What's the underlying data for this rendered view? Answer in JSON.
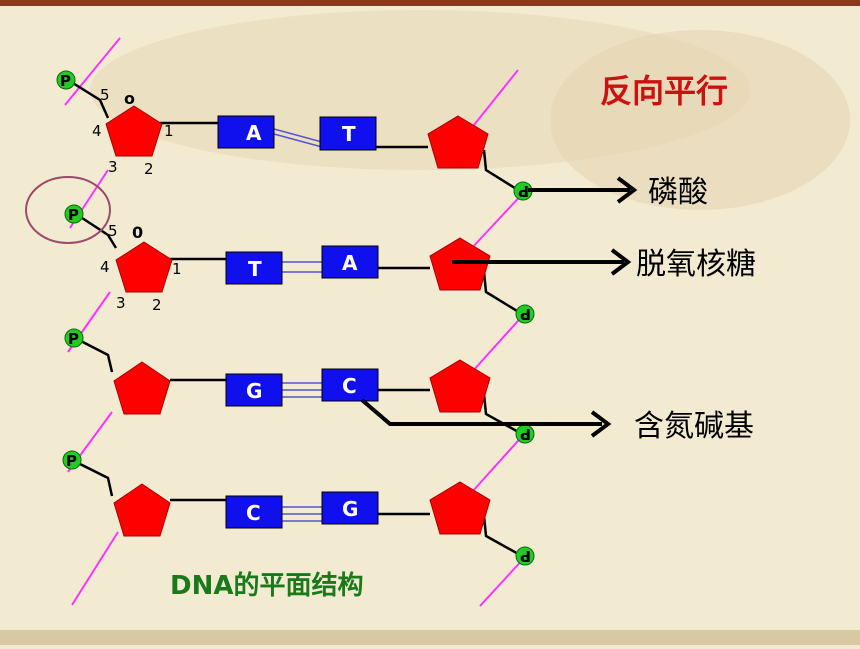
{
  "title_antiparallel": "反向平行",
  "caption": "DNA的平面结构",
  "labels": {
    "phosphate": "磷酸",
    "deoxyribose": "脱氧核糖",
    "base": "含氮碱基"
  },
  "phosphate_symbol": "P",
  "carbon_numbers": {
    "row1": {
      "c5": "5",
      "o": "o",
      "c4": "4",
      "c1": "1",
      "c3": "3",
      "c2": "2"
    },
    "row2": {
      "c5": "5",
      "o": "0",
      "c4": "4",
      "c1": "1",
      "c3": "3",
      "c2": "2"
    }
  },
  "base_pairs": [
    {
      "left": "A",
      "right": "T",
      "bonds": 2
    },
    {
      "left": "T",
      "right": "A",
      "bonds": 2
    },
    {
      "left": "G",
      "right": "C",
      "bonds": 3
    },
    {
      "left": "C",
      "right": "G",
      "bonds": 3
    }
  ],
  "colors": {
    "background": "#f3ead2",
    "top_band": "#8a3a1c",
    "sugar": "#ff0000",
    "base_box": "#1010ee",
    "base_text": "#ffffff",
    "phosphate": "#22cc22",
    "backbone": "#ff33ff",
    "bond": "#5555cc",
    "highlight_circle": "#9b4a6a",
    "title": "#cc1111",
    "caption": "#1a7a1a"
  }
}
